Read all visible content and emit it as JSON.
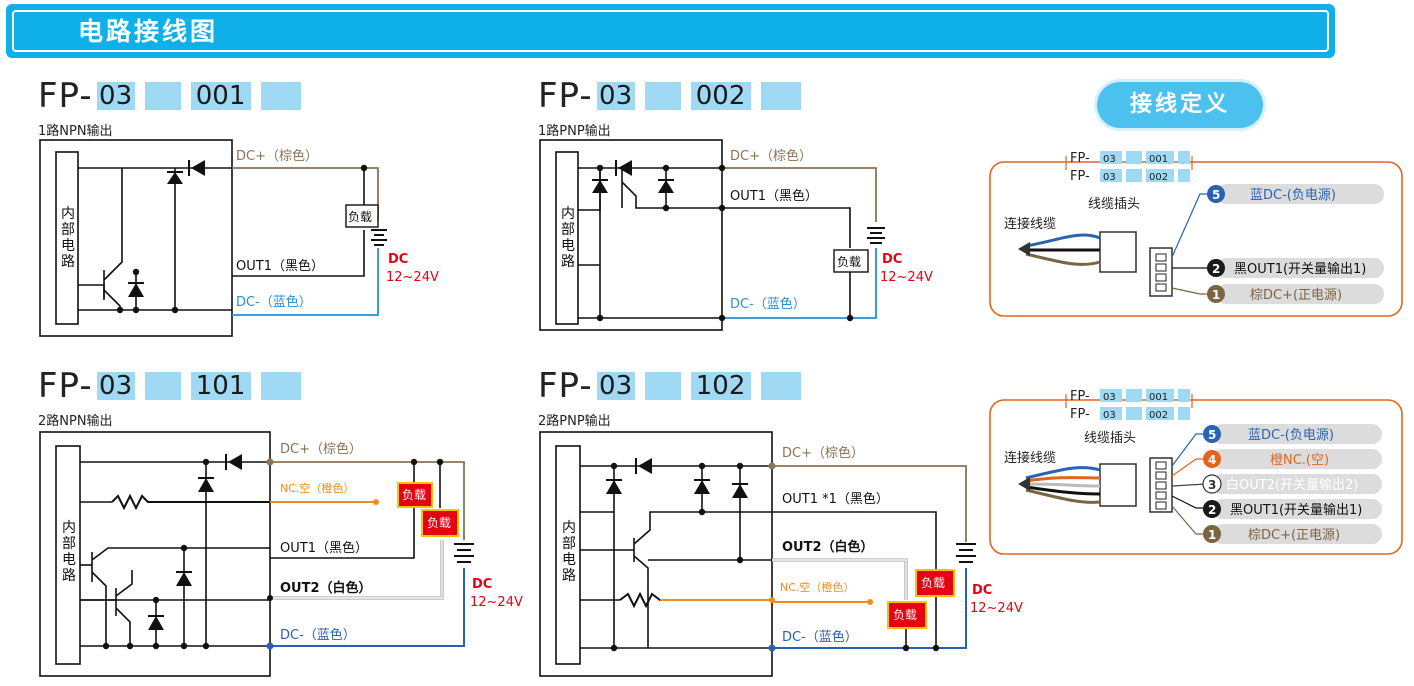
{
  "page_title": "电路接线图",
  "models": [
    {
      "prefix": "FP-",
      "code": "03",
      "variant": "001",
      "subtitle": "1路NPN输出"
    },
    {
      "prefix": "FP-",
      "code": "03",
      "variant": "002",
      "subtitle": "1路PNP输出"
    },
    {
      "prefix": "FP-",
      "code": "03",
      "variant": "101",
      "subtitle": "2路NPN输出"
    },
    {
      "prefix": "FP-",
      "code": "03",
      "variant": "102",
      "subtitle": "2路PNP输出"
    }
  ],
  "labels": {
    "internal_circuit": [
      "内",
      "部",
      "电",
      "路"
    ],
    "dc_plus": "DC+（棕色）",
    "dc_minus": "DC-（蓝色）",
    "out1": "OUT1（黑色）",
    "out1_star": "OUT1 *1（黑色）",
    "out2": "OUT2（白色）",
    "nc": "NC.空（橙色）",
    "load": "负载",
    "dc": "DC",
    "voltage": "12~24V"
  },
  "wiring_definition": {
    "title": "接线定义",
    "cable_label": "连接线缆",
    "plug_label": "线缆插头",
    "panel1": {
      "models": [
        {
          "prefix": "FP-",
          "code": "03",
          "variant": "001"
        },
        {
          "prefix": "FP-",
          "code": "03",
          "variant": "002"
        }
      ],
      "pins": [
        {
          "num": "5",
          "label": "蓝DC-(负电源)",
          "color": "#2a63b0"
        },
        {
          "num": "2",
          "label": "黑OUT1(开关量输出1)",
          "color": "#1a1a1a"
        },
        {
          "num": "1",
          "label": "棕DC+(正电源)",
          "color": "#7a6543"
        }
      ]
    },
    "panel2": {
      "models": [
        {
          "prefix": "FP-",
          "code": "03",
          "variant": "001"
        },
        {
          "prefix": "FP-",
          "code": "03",
          "variant": "002"
        }
      ],
      "pins": [
        {
          "num": "5",
          "label": "蓝DC-(负电源)",
          "color": "#2a63b0"
        },
        {
          "num": "4",
          "label": "橙NC.(空)",
          "color": "#e0651e"
        },
        {
          "num": "3",
          "label": "白OUT2(开关量输出2)",
          "color": "#ffffff"
        },
        {
          "num": "2",
          "label": "黑OUT1(开关量输出1)",
          "color": "#1a1a1a"
        },
        {
          "num": "1",
          "label": "棕DC+(正电源)",
          "color": "#7a6543"
        }
      ]
    }
  },
  "colors": {
    "banner": "#0fb0ea",
    "brown": "#8b7355",
    "blue": "#2a8fd6",
    "dark_blue": "#2d5fb0",
    "orange": "#f08c1c",
    "red": "#e60012",
    "load_fill": "#e60012",
    "load_border": "#f5c400"
  }
}
